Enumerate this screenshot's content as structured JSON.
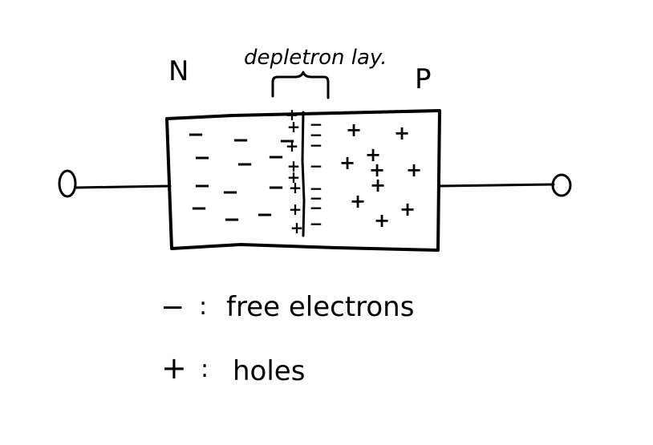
{
  "diagram": {
    "n_label": "N",
    "p_label": "P",
    "depletion_label": "depletron lay.",
    "legend": {
      "minus_symbol": "−",
      "minus_sep": ":",
      "minus_text": "free electrons",
      "plus_symbol": "+",
      "plus_sep": ":",
      "plus_text": "holes"
    },
    "n_region_charges": [
      "−",
      "−",
      "−",
      "−",
      "−",
      "−",
      "−",
      "−",
      "−",
      "−",
      "−",
      "−"
    ],
    "p_region_charges": [
      "+",
      "+",
      "+",
      "+",
      "+",
      "+",
      "+",
      "+",
      "+",
      "+"
    ],
    "depletion_left_charges": [
      "+",
      "+",
      "+",
      "+",
      "+",
      "+",
      "+",
      "+"
    ],
    "depletion_right_charges": [
      "−",
      "−",
      "−",
      "−",
      "−",
      "−",
      "−",
      "−"
    ],
    "colors": {
      "ink": "#000000",
      "paper": "#ffffff"
    }
  }
}
